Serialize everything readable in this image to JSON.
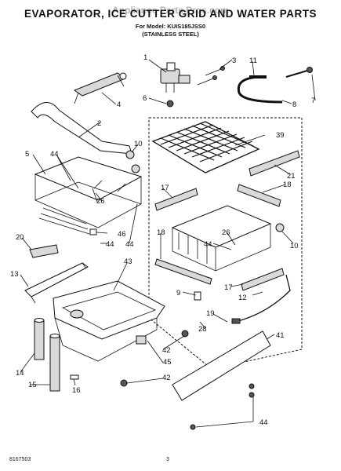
{
  "header": {
    "title": "EVAPORATOR, ICE CUTTER GRID AND WATER PARTS",
    "model_line": "For Model: KUIS185JSS0",
    "finish_line": "(STAINLESS STEEL)",
    "watermark": "Appliance Parts Pros.com"
  },
  "footer": {
    "doc_number": "8167503",
    "page_number": "3"
  },
  "callouts": {
    "c1": "1",
    "c2": "2",
    "c3": "3",
    "c4": "4",
    "c5": "5",
    "c6": "6",
    "c7": "7",
    "c8": "8",
    "c9": "9",
    "c10a": "10",
    "c10b": "10",
    "c11": "11",
    "c12": "12",
    "c13": "13",
    "c14": "14",
    "c15": "15",
    "c16": "16",
    "c17a": "17",
    "c17b": "17",
    "c18a": "18",
    "c18b": "18",
    "c19": "19",
    "c20": "20",
    "c21": "21",
    "c26a": "26",
    "c26b": "26",
    "c28": "28",
    "c39": "39",
    "c41": "41",
    "c42a": "42",
    "c42b": "42",
    "c43": "43",
    "c44a": "44",
    "c44b": "44",
    "c44c": "44",
    "c44d": "44",
    "c45": "45",
    "c46": "46"
  }
}
